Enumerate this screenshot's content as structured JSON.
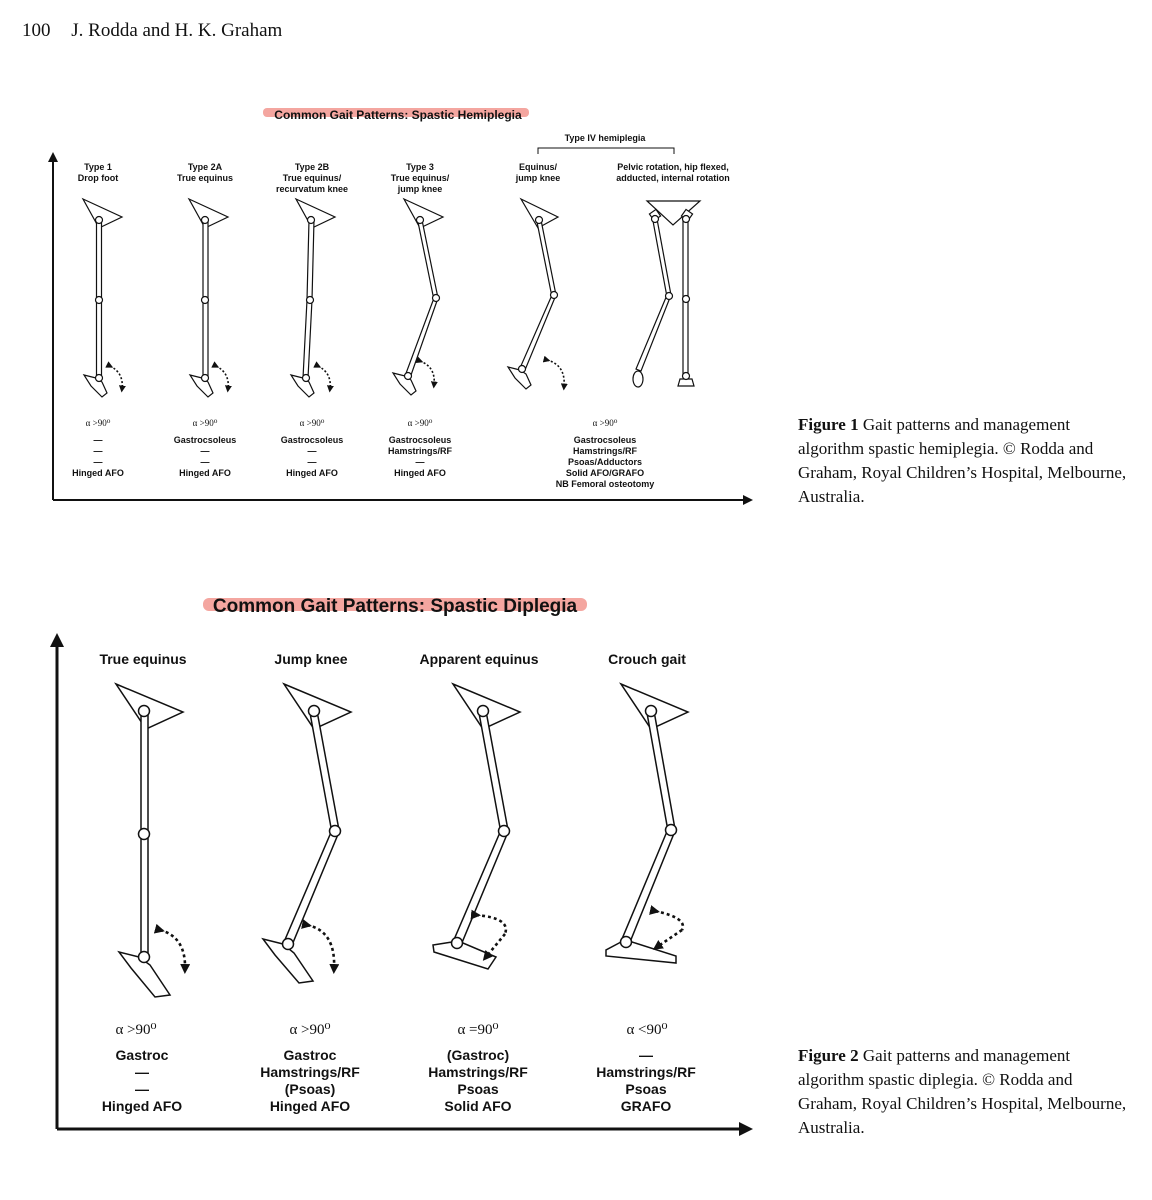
{
  "header": {
    "page_number": "100",
    "authors": "J. Rodda and H. K. Graham"
  },
  "colors": {
    "highlight": "#f4a6a0",
    "ink": "#111111"
  },
  "figure1": {
    "title": "Common Gait Patterns: Spastic Hemiplegia",
    "group_label": "Type IV hemiplegia",
    "columns": [
      {
        "heading": [
          "Type 1",
          "Drop foot"
        ],
        "angle": "α >90⁰",
        "management": [
          "—",
          "—",
          "—",
          "Hinged AFO"
        ]
      },
      {
        "heading": [
          "Type 2A",
          "True equinus"
        ],
        "angle": "α >90⁰",
        "management": [
          "Gastrocsoleus",
          "—",
          "—",
          "Hinged AFO"
        ]
      },
      {
        "heading": [
          "Type 2B",
          "True equinus/",
          "recurvatum knee"
        ],
        "angle": "α >90⁰",
        "management": [
          "Gastrocsoleus",
          "—",
          "—",
          "Hinged AFO"
        ]
      },
      {
        "heading": [
          "Type 3",
          "True equinus/",
          "jump knee"
        ],
        "angle": "α >90⁰",
        "management": [
          "Gastrocsoleus",
          "Hamstrings/RF",
          "—",
          "Hinged AFO"
        ]
      },
      {
        "heading": [
          "Equinus/",
          "jump knee"
        ],
        "angle": "",
        "management": []
      },
      {
        "heading": [
          "Pelvic rotation, hip flexed,",
          "adducted, internal rotation"
        ],
        "angle": "",
        "management": []
      }
    ],
    "type4": {
      "angle": "α >90⁰",
      "management": [
        "Gastrocsoleus",
        "Hamstrings/RF",
        "Psoas/Adductors",
        "Solid AFO/GRAFO",
        "NB Femoral osteotomy"
      ]
    },
    "caption_label": "Figure 1",
    "caption_text": "Gait patterns and management algorithm spastic hemiplegia. © Rodda and Graham, Royal Children’s Hospital, Melbourne, Australia."
  },
  "figure2": {
    "title": "Common Gait Patterns: Spastic Diplegia",
    "columns": [
      {
        "heading": "True equinus",
        "angle": "α >90⁰",
        "management": [
          "Gastroc",
          "—",
          "—",
          "Hinged AFO"
        ]
      },
      {
        "heading": "Jump knee",
        "angle": "α >90⁰",
        "management": [
          "Gastroc",
          "Hamstrings/RF",
          "(Psoas)",
          "Hinged AFO"
        ]
      },
      {
        "heading": "Apparent equinus",
        "angle": "α =90⁰",
        "management": [
          "(Gastroc)",
          "Hamstrings/RF",
          "Psoas",
          "Solid AFO"
        ]
      },
      {
        "heading": "Crouch gait",
        "angle": "α <90⁰",
        "management": [
          "—",
          "Hamstrings/RF",
          "Psoas",
          "GRAFO"
        ]
      }
    ],
    "caption_label": "Figure 2",
    "caption_text": "Gait patterns and management algorithm spastic diplegia. © Rodda and Graham, Royal Children’s Hospital, Melbourne, Australia."
  }
}
